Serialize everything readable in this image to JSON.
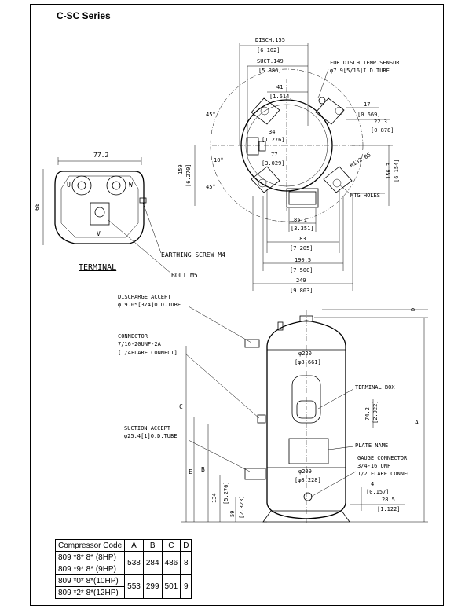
{
  "title": "C-SC  Series",
  "top_view": {
    "disch": "DISCH.155",
    "disch_in": "[6.102]",
    "suct": "SUCT.149",
    "suct_in": "[5.886]",
    "d41": "41",
    "d41_in": "[1.614]",
    "d34": "34",
    "d34_in": "[1.276]",
    "d77": "77",
    "d77_in": "[3.029]",
    "d17": "17",
    "d17_in": "[0.669]",
    "d22": "22.3",
    "d22_in": "[0.878]",
    "sensor": "FOR DISCH TEMP.SENSOR",
    "sensor_tube": "φ7.9[5/16]I.D.TUBE",
    "r": "R132.05",
    "ang1": "45°",
    "ang2": "10°",
    "ang3": "45°",
    "d159": "159",
    "d159_in": "[6.270]",
    "d156": "156.3",
    "d156_in": "[6.154]",
    "mtg": "MTG HOLES",
    "d85": "85.1",
    "d85_in": "[3.351]",
    "d183": "183",
    "d183_in": "[7.205]",
    "d190": "190.5",
    "d190_in": "[7.500]",
    "d249": "249",
    "d249_in": "[9.803]"
  },
  "terminal": {
    "width": "77.2",
    "height": "68",
    "u": "U",
    "w": "W",
    "v": "V",
    "earthing": "EARTHING SCREW M4",
    "bolt": "BOLT M5",
    "label": "TERMINAL"
  },
  "side_view": {
    "discharge": "DISCHARGE ACCEPT",
    "discharge_tube": "φ19.05[3/4]O.D.TUBE",
    "connector": "CONNECTOR",
    "connector_thread": "7/16-20UNF-2A",
    "connector_flare": "[1/4FLARE CONNECT]",
    "suction": "SUCTION ACCEPT",
    "suction_tube": "φ25.4[1]O.D.TUBE",
    "dia220": "φ220",
    "dia220_in": "[φ8.661]",
    "dia209": "φ209",
    "dia209_in": "[φ8.228]",
    "terminal_box": "TERMINAL BOX",
    "plate": "PLATE NAME",
    "gauge": "GAUGE CONNECTOR",
    "gauge_thread": "3/4-16 UNF",
    "gauge_flare": "1/2 FLARE CONNECT",
    "d74": "74.2",
    "d74_in": "[2.922]",
    "d4": "4",
    "d4_in": "[0.157]",
    "d28": "28.5",
    "d28_in": "[1.122]",
    "d134": "134",
    "d134_in": "[5.276]",
    "d59": "59",
    "d59_in": "[2.323]",
    "lab_a": "A",
    "lab_b": "B",
    "lab_c": "C",
    "lab_d": "D",
    "lab_e": "E"
  },
  "table": {
    "headers": [
      "Compressor Code",
      "A",
      "B",
      "C",
      "D"
    ],
    "groups": [
      {
        "codes": [
          "809 *8* 8*  (8HP)",
          "809 *9* 8*  (9HP)"
        ],
        "a": "538",
        "b": "284",
        "c": "486",
        "d": "8"
      },
      {
        "codes": [
          "809 *0* 8*(10HP)",
          "809 *2* 8*(12HP)"
        ],
        "a": "553",
        "b": "299",
        "c": "501",
        "d": "9"
      }
    ]
  }
}
